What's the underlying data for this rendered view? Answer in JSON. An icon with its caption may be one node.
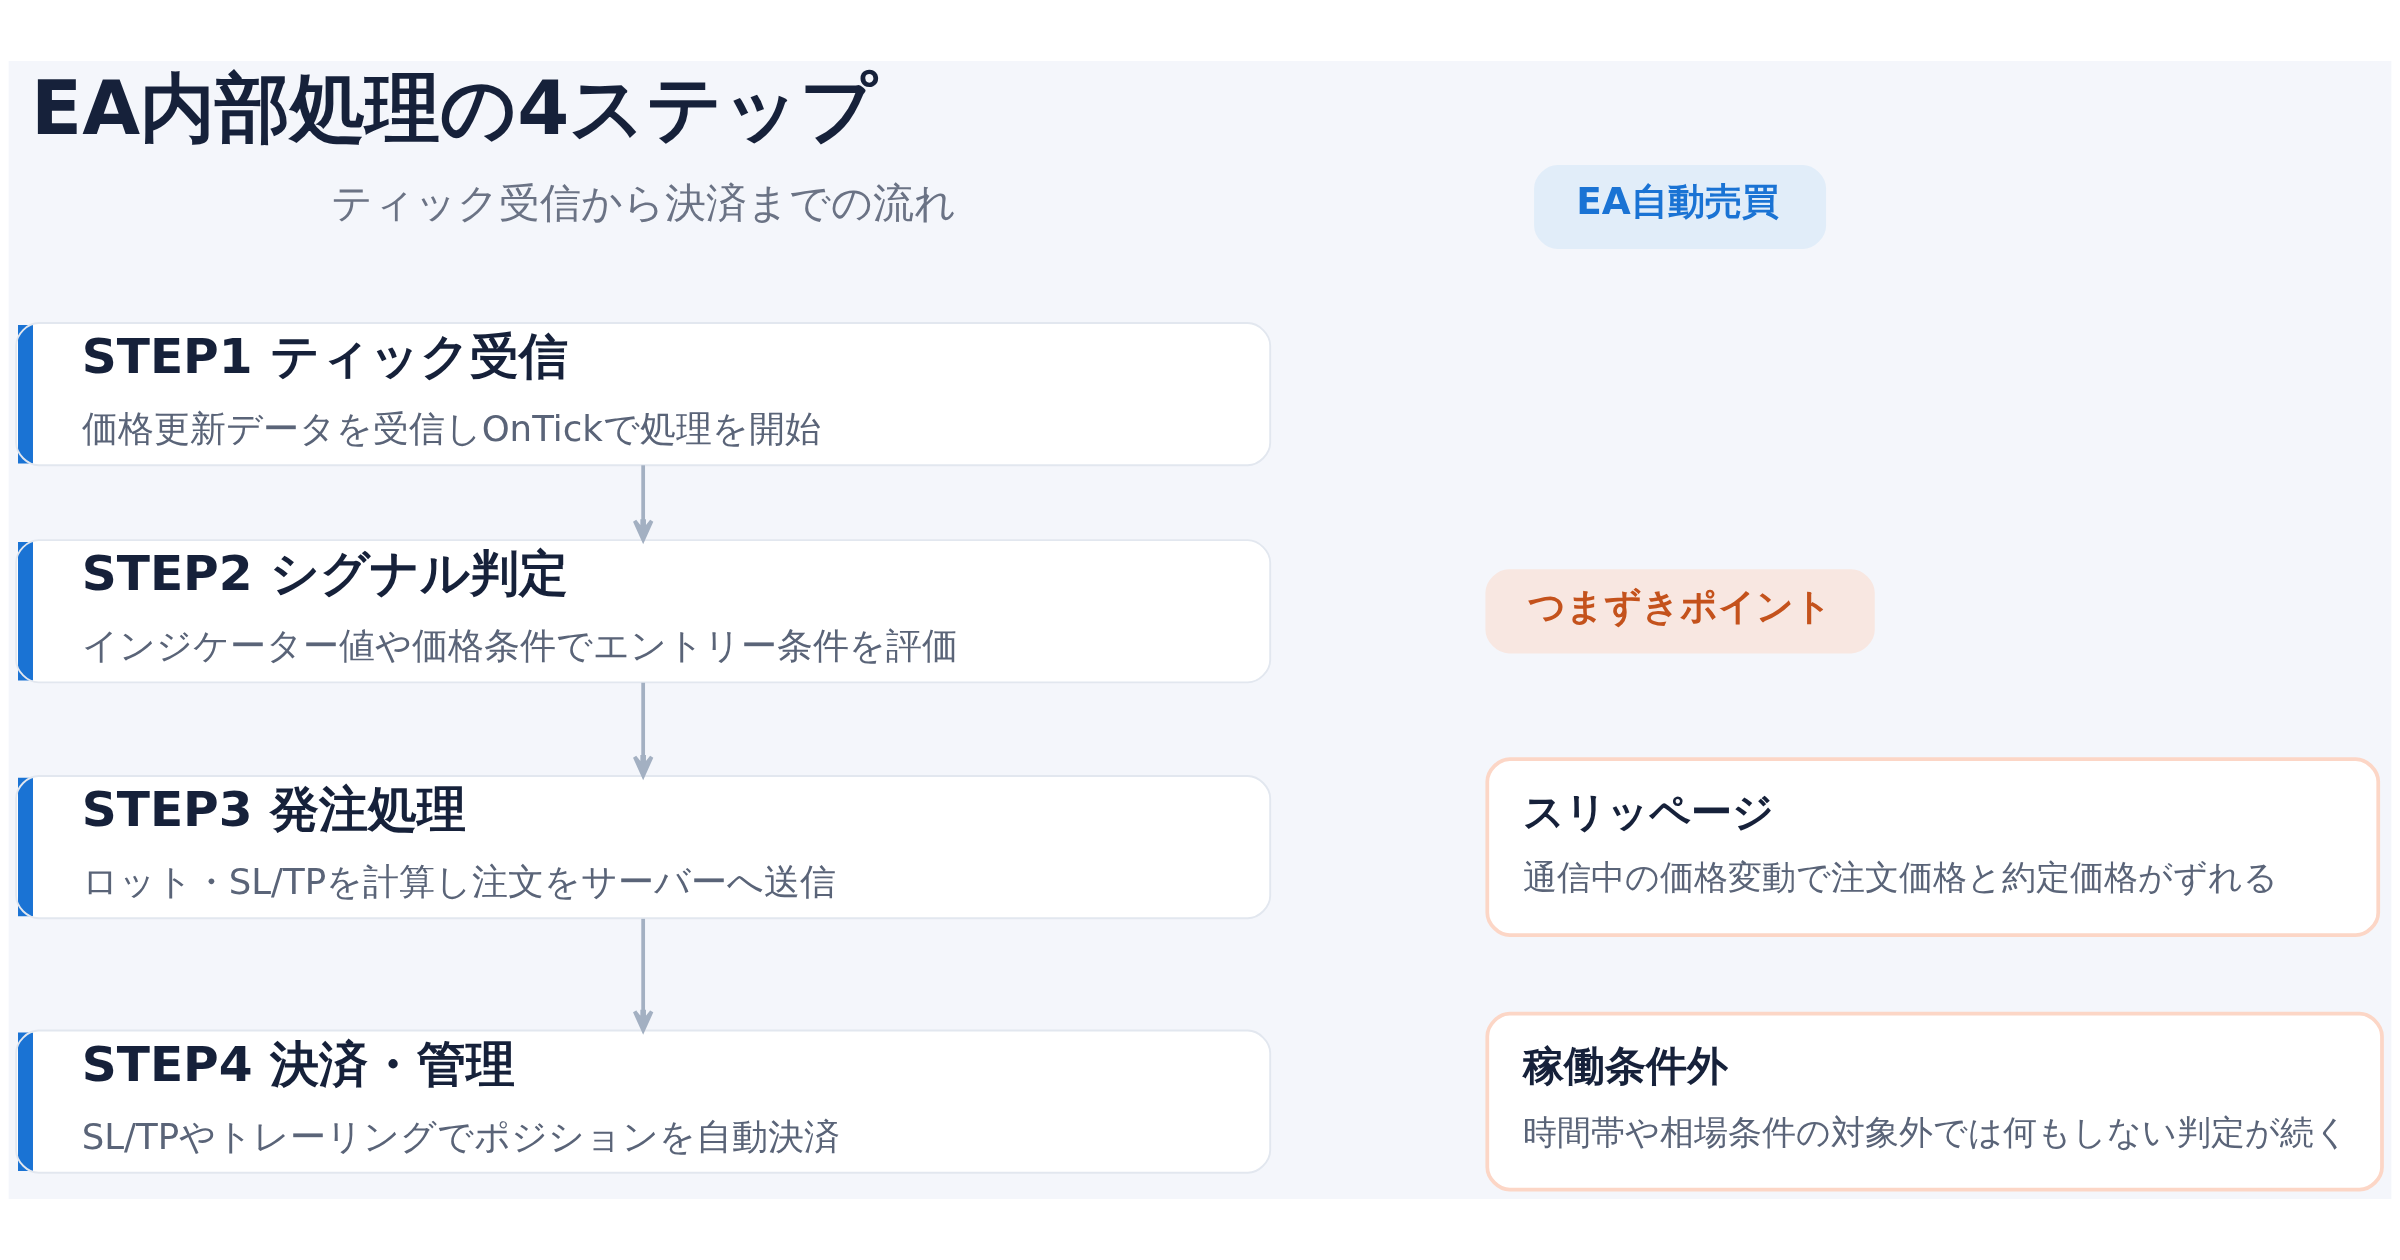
{
  "diagram": {
    "title": "EA内部処理の4ステップ",
    "nodes": [
      {
        "text": [
          "STEP1 ティック受信",
          "価格更新データを受信しOnTickで処理を開始"
        ]
      },
      {
        "text": [
          "STEP2 シグナル判定",
          "インジケーター値や価格条件でエントリー条件を評価"
        ]
      },
      {
        "text": [
          "STEP3 発注処理",
          "ロット・SL/TPを計算し注文をサーバーへ送信"
        ]
      },
      {
        "text": [
          "STEP4 決済・管理",
          "SL/TPやトレーリングでポジションを自動決済"
        ]
      },
      {
        "text": [
          "EA自動売買"
        ]
      },
      {
        "text": [
          "つまずきポイント"
        ]
      },
      {
        "text": [
          "スリッページ",
          "通信中の価格変動で注文価格と約定価格がずれる"
        ]
      },
      {
        "text": [
          "稼働条件外",
          "時間帯や相場条件の対象外では何もしない判定が続く"
        ]
      }
    ],
    "edges": [
      {
        "from": 0,
        "to": 1,
        "arrow": "to"
      },
      {
        "from": 1,
        "to": 2,
        "arrow": "to"
      },
      {
        "from": 2,
        "to": 3,
        "arrow": "to"
      }
    ],
    "labels": [
      "ティック受信から決済までの流れ"
    ]
  }
}
